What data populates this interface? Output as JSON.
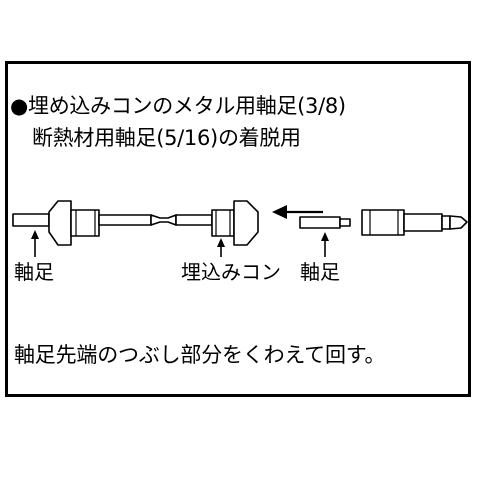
{
  "header": {
    "line1": "●埋め込みコンのメタル用軸足(3/8)",
    "line2": "断熱材用軸足(5/16)の着脱用"
  },
  "labels": {
    "left": "軸足",
    "middle": "埋込みコン",
    "right": "軸足"
  },
  "footer": {
    "text": "軸足先端のつぶし部分をくわえて回す。"
  }
}
